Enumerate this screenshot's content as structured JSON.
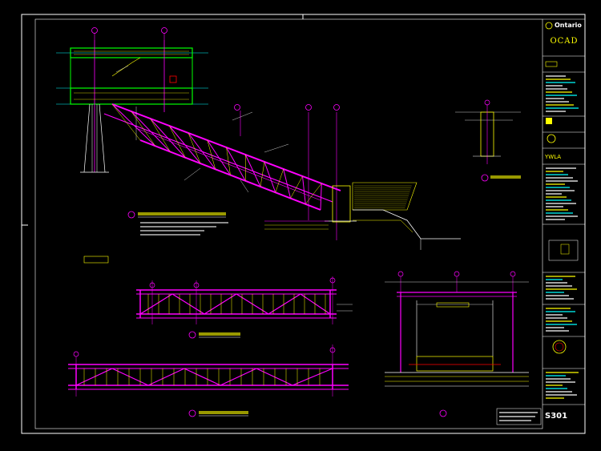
{
  "title_block": {
    "client": "Ontario",
    "institution": "OCAD",
    "ywla": "YWLA",
    "sheet_number": "S301"
  },
  "colors": {
    "background": "#000000",
    "frame": "#ffffff",
    "structure": "#ff00ff",
    "members": "#ffff00",
    "green": "#00ff00",
    "cyan": "#00ffff",
    "red": "#ff0000"
  }
}
